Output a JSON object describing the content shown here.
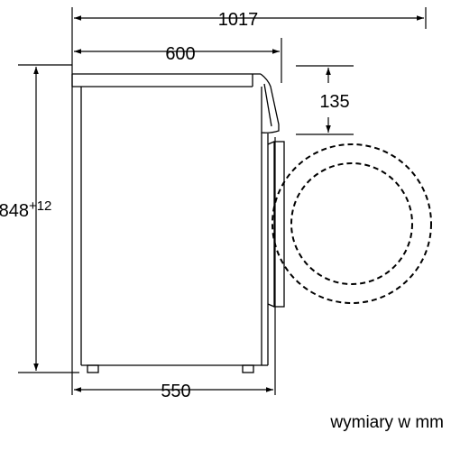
{
  "dimensions": {
    "total_depth": "1017",
    "body_depth": "600",
    "door_height": "135",
    "height": "848",
    "height_tolerance": "+12",
    "base_depth": "550"
  },
  "units_note": "wymiary w mm"
}
